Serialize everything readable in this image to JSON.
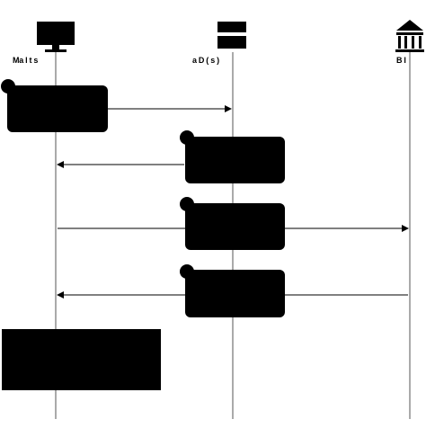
{
  "participants": [
    {
      "label": "Ma  l   t                s",
      "icon": "monitor-icon"
    },
    {
      "label": "a D     (    s  )",
      "icon": "server-icon"
    },
    {
      "label": "B    l",
      "icon": "bank-building-icon"
    }
  ],
  "steps": [
    {
      "number": "",
      "text": ""
    },
    {
      "number": "",
      "text": ""
    },
    {
      "number": "",
      "text": ""
    },
    {
      "number": "",
      "text": ""
    },
    {
      "text": ""
    }
  ],
  "colors": {
    "ink": "#000000",
    "lifeline": "#555555",
    "background": "#ffffff"
  }
}
